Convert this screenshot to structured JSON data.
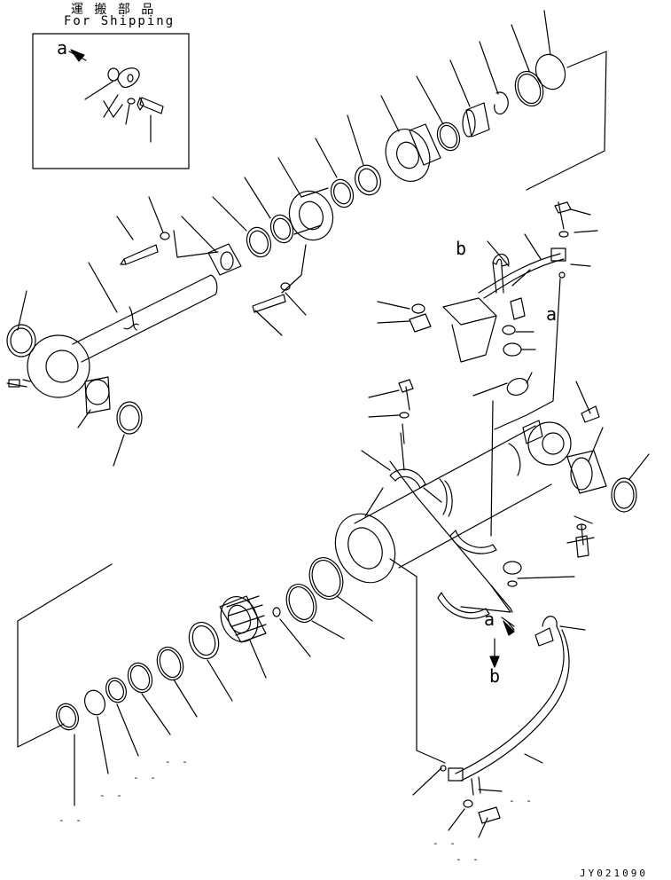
{
  "header": {
    "kanji": "運 搬 部 品",
    "english": "For Shipping"
  },
  "callouts": {
    "a_inset": "a",
    "b_top": "b",
    "a_right": "a",
    "a_lower": "a",
    "b_lower": "b"
  },
  "dash_marks": {
    "m1": "- -",
    "m2": "- -",
    "m3": "- -",
    "m4": "- -",
    "m5": "- -",
    "m6": "- -",
    "m7": "- -"
  },
  "drawing_code": "JY021090",
  "colors": {
    "ink": "#000000",
    "paper": "#ffffff"
  }
}
